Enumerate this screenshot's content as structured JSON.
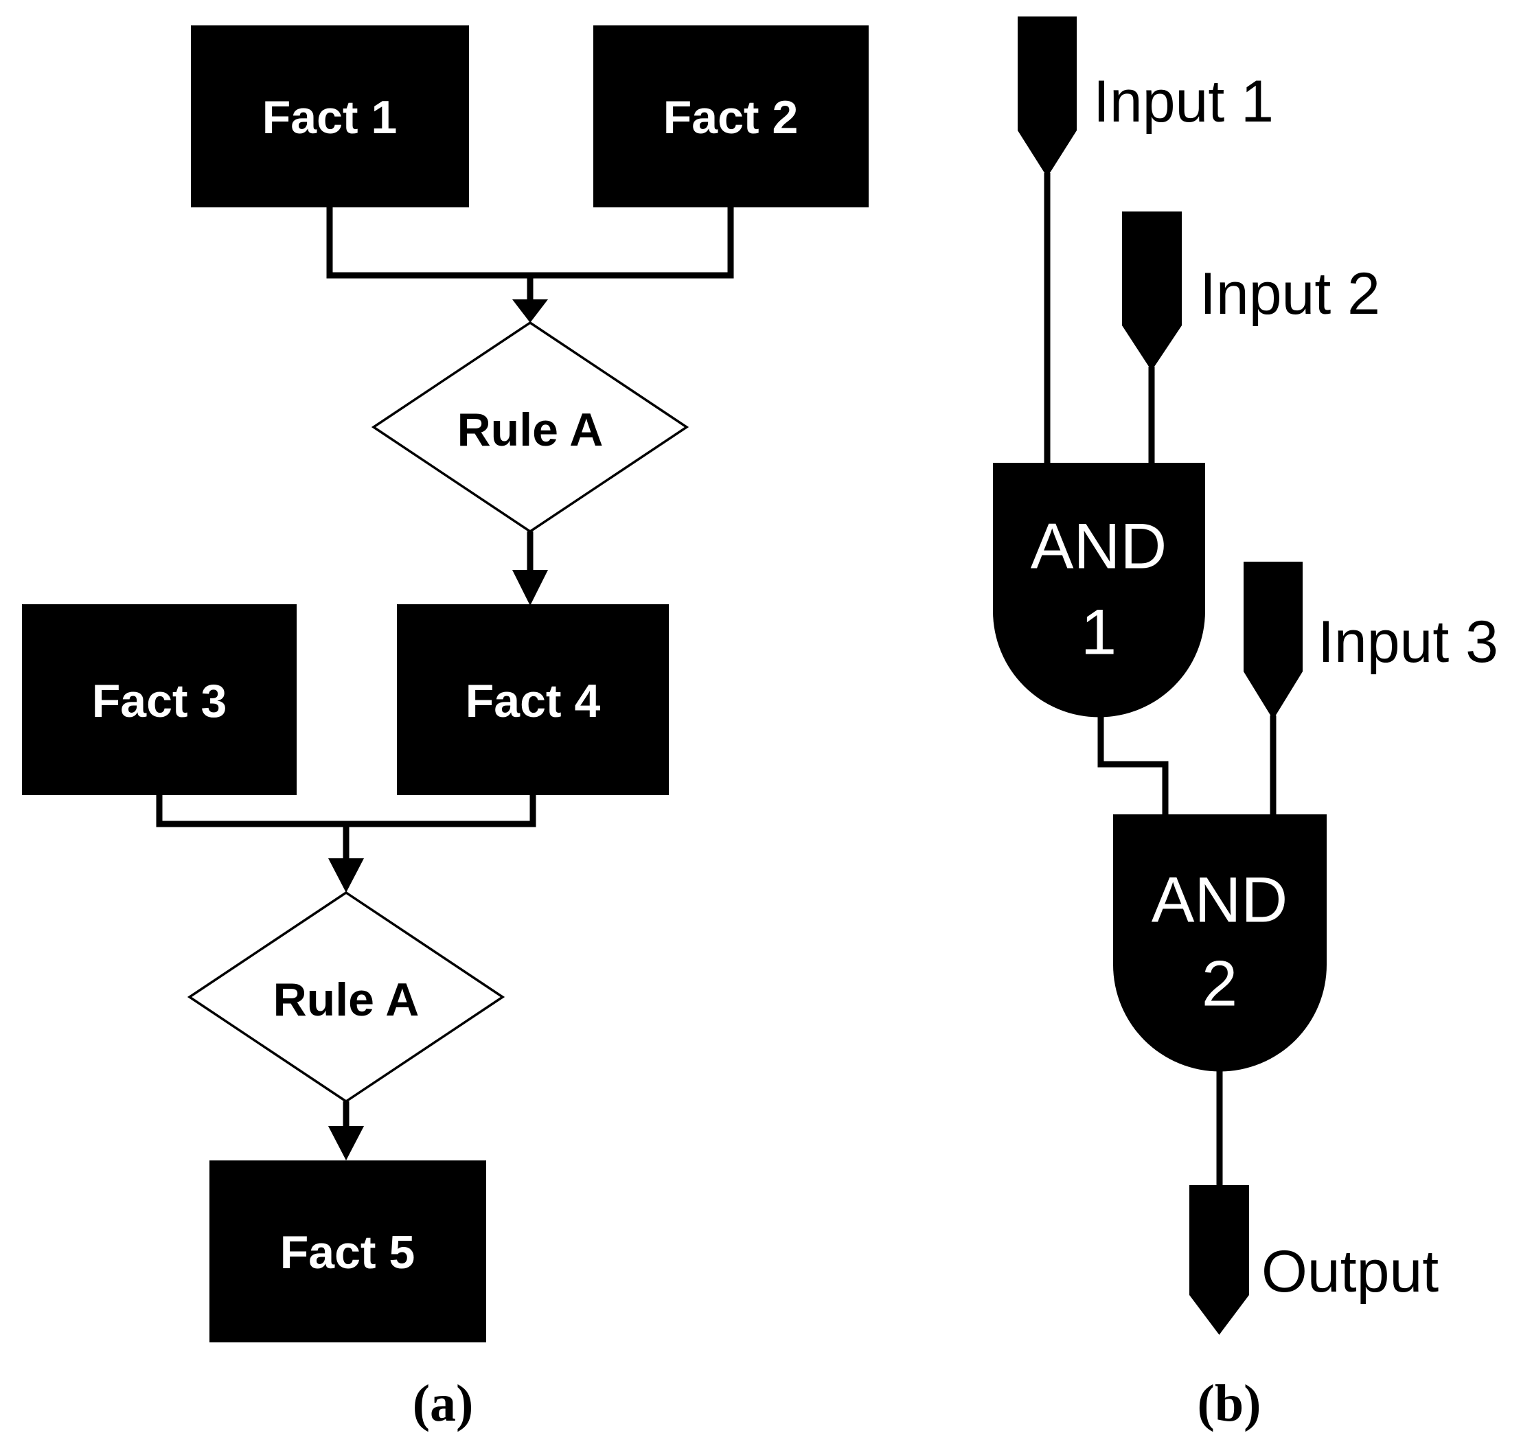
{
  "figure": {
    "panel_a": {
      "caption": "(a)",
      "fact_nodes": [
        "Fact 1",
        "Fact 2",
        "Fact 3",
        "Fact 4",
        "Fact 5"
      ],
      "rule_nodes": [
        "Rule A",
        "Rule A"
      ]
    },
    "panel_b": {
      "caption": "(b)",
      "input_labels": [
        "Input 1",
        "Input 2",
        "Input 3"
      ],
      "gate_1": {
        "line1": "AND",
        "line2": "1"
      },
      "gate_2": {
        "line1": "AND",
        "line2": "2"
      },
      "output_label": "Output"
    },
    "colors": {
      "ink": "#000000",
      "background": "#ffffff",
      "node_text": "#ffffff"
    }
  }
}
